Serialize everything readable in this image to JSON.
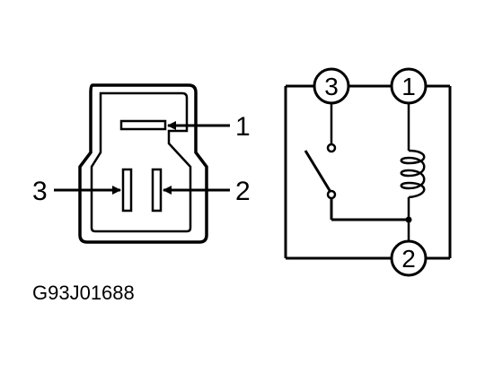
{
  "connector": {
    "pins": [
      {
        "label": "1"
      },
      {
        "label": "2"
      },
      {
        "label": "3"
      }
    ]
  },
  "schematic": {
    "terminals": [
      {
        "label": "3"
      },
      {
        "label": "1"
      },
      {
        "label": "2"
      }
    ]
  },
  "figure_code": "G93J01688",
  "colors": {
    "ink": "#000000",
    "background": "#ffffff"
  }
}
